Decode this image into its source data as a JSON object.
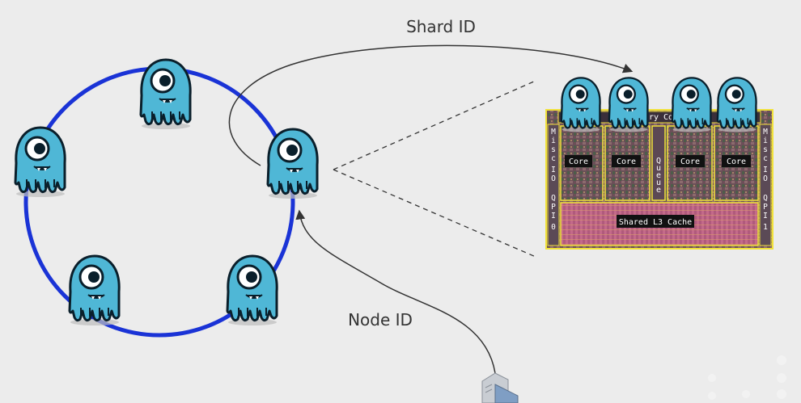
{
  "labels": {
    "shard_id": "Shard ID",
    "node_id": "Node ID"
  },
  "cpu": {
    "top_label": "ry Con",
    "cores": [
      "Core",
      "Core",
      "Core",
      "Core"
    ],
    "queue": "Queue",
    "cache": "Shared L3 Cache",
    "left_top": "Misc IO",
    "left_bottom": "QPI 0",
    "right_top": "Misc IO",
    "right_bottom": "QPI 1"
  },
  "colors": {
    "ring": "#1a33d6",
    "mascot_fill": "#4fb7d6",
    "mascot_stroke": "#0a1f2b",
    "background": "#ececec",
    "die_border": "#f1e23a"
  },
  "icons": [
    "scylla-mascot-icon",
    "server-icon"
  ]
}
